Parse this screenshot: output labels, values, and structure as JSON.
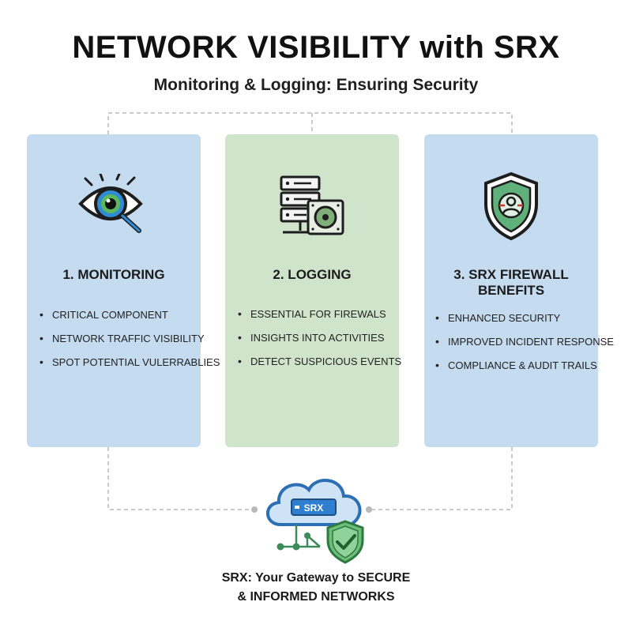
{
  "header": {
    "title": "NETWORK VISIBILITY with SRX",
    "subtitle": "Monitoring & Logging: Ensuring Security"
  },
  "cards": [
    {
      "heading": "1. MONITORING",
      "icon": "eye-magnifier-icon",
      "bullets": [
        "CRITICAL COMPONENT",
        "NETWORK TRAFFIC VISIBILITY",
        "SPOT POTENTIAL VULERRABLIES"
      ],
      "color": "#c5dbef"
    },
    {
      "heading": "2. LOGGING",
      "icon": "server-disk-icon",
      "bullets": [
        "ESSENTIAL FOR FIREWALS",
        "INSIGHTS INTO ACTIVITIES",
        "DETECT SUSPICIOUS EVENTS"
      ],
      "color": "#cfe4cb"
    },
    {
      "heading": "3. SRX FIREWALL BENEFITS",
      "icon": "shield-person-icon",
      "bullets": [
        "ENHANCED SECURITY",
        "IMPROVED INCIDENT RESPONSE",
        "COMPLIANCE & AUDIT TRAILS"
      ],
      "color": "#c5dbef"
    }
  ],
  "hub": {
    "device_label": "SRX",
    "icon": "cloud-srx-shield-icon"
  },
  "footer": {
    "line1": "SRX: Your Gateway to SECURE",
    "line2": "& INFORMED NETWORKS"
  }
}
